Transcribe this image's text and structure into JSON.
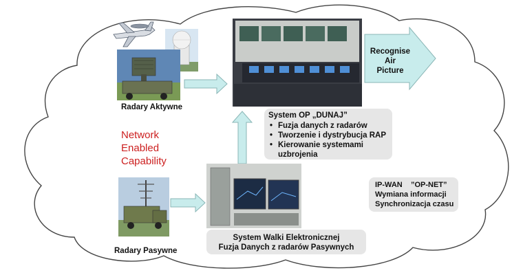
{
  "labels": {
    "radary_aktywne": "Radary Aktywne",
    "radary_pasywne": "Radary Pasywne",
    "nec_line1": "Network",
    "nec_line2": "Enabled",
    "nec_line3": "Capability",
    "rap_line1": "Recognise",
    "rap_line2": "Air",
    "rap_line3": "Picture"
  },
  "dunaj": {
    "title": "System OP „DUNAJ”",
    "items": [
      "Fuzja danych z radarów",
      "Tworzenie i dystrybucja RAP",
      "Kierowanie systemami uzbrojenia"
    ]
  },
  "ew": {
    "line1": "System Walki Elektronicznej",
    "line2": "Fuzja Danych z radarów Pasywnych"
  },
  "ipwan": {
    "line1": "IP-WAN    ”OP-NET”",
    "line2": "Wymiana informacji",
    "line3": "Synchronizacja czasu"
  },
  "colors": {
    "nec_text": "#cc1f1f",
    "arrow_fill": "#c8ecec",
    "arrow_stroke": "#8ab6b6",
    "cloud_stroke": "#444444",
    "box_fill": "#e6e6e6"
  },
  "icons": {
    "aircraft": "aircraft-icon",
    "radome": "radome-photo",
    "active_radar": "active-radar-photo",
    "passive_radar": "passive-radar-photo",
    "control_room": "control-room-photo",
    "ew_console": "ew-console-photo"
  }
}
